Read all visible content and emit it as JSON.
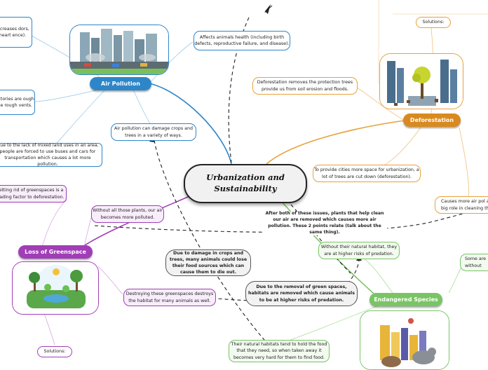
{
  "central_topic": "Urbanization and Sustainability",
  "branches": {
    "air_pollution": {
      "title": "Air Pollution",
      "color": "#2e86c9",
      "items": {
        "health_effects_cut": "increases dors, heart ence).",
        "animal_health": "Affects animals health (including birth defects, reproductive failure, and disease).",
        "factories_cut": "factories are ough the rough vents.",
        "crops_trees": "Air pollution can damage crops and trees in a variety of ways.",
        "mixed_land_use": "Due to the lack of mixed land uses in an area, people are forced to use buses and cars for transportation which causes a lot more pollution."
      }
    },
    "deforestation": {
      "title": "Deforestation",
      "color": "#e8a13a",
      "items": {
        "protection_trees": "Deforestation removes the protection trees provide us from soil erosion and floods.",
        "city_space": "To provide cities more space for urbanization, a lot of trees are cut down (deforestation).",
        "more_air_pollution_cut": "Causes more air pol a big role in cleaning th",
        "solutions": "Solutions:"
      }
    },
    "loss_of_greenspace": {
      "title": "Loss of Greenspace",
      "color": "#a13db7",
      "items": {
        "leading_factor_cut": "getting rid of greenspaces is a leading factor to deforestation.",
        "without_plants": "Without all those plants, our air becomes more polluted.",
        "destroying_habitat": "Destroying these greenspaces destroys the habitat for many animals as well.",
        "solutions": "Solutions:"
      }
    },
    "endangered_species": {
      "title": "Endangered Species",
      "color": "#79c464",
      "items": {
        "without_habitat": "Without their natural habitat, they are at higher risks of predation.",
        "some_are_cut": "Some are without",
        "natural_habitats": "Their natural habitats tend to hold the food that they need, so when taken away it becomes very hard for them to find food."
      }
    }
  },
  "relationships": {
    "plants_clean_air": "After both of these issues, plants that help clean our air are removed which causes more air pollution. These 2 points relate (talk about the same thing).",
    "crop_damage": "Due to damage in crops and trees, many animals could lose their food sources which can cause them to die out.",
    "green_spaces_removed": "Due to the removal of green spaces, habitats are removed which cause animals to be at higher risks of predation."
  }
}
